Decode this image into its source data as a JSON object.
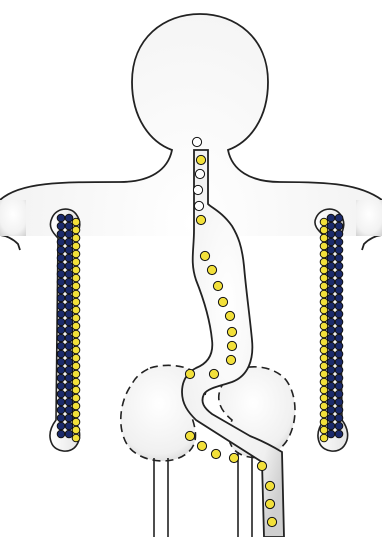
{
  "figure": {
    "background": "#ffffff",
    "body_fill": "#eeeeee",
    "body_shadow": "#c9c9c9",
    "outline": "#222222",
    "bead_colors": {
      "yellow": "#f2e03a",
      "navy": "#1b2a6b",
      "empty": "#ffffff"
    },
    "icons": [
      "body-silhouette",
      "esophagus-stomach-tract",
      "limb-bone",
      "kidney-dashed-outline",
      "bead-particle"
    ]
  }
}
